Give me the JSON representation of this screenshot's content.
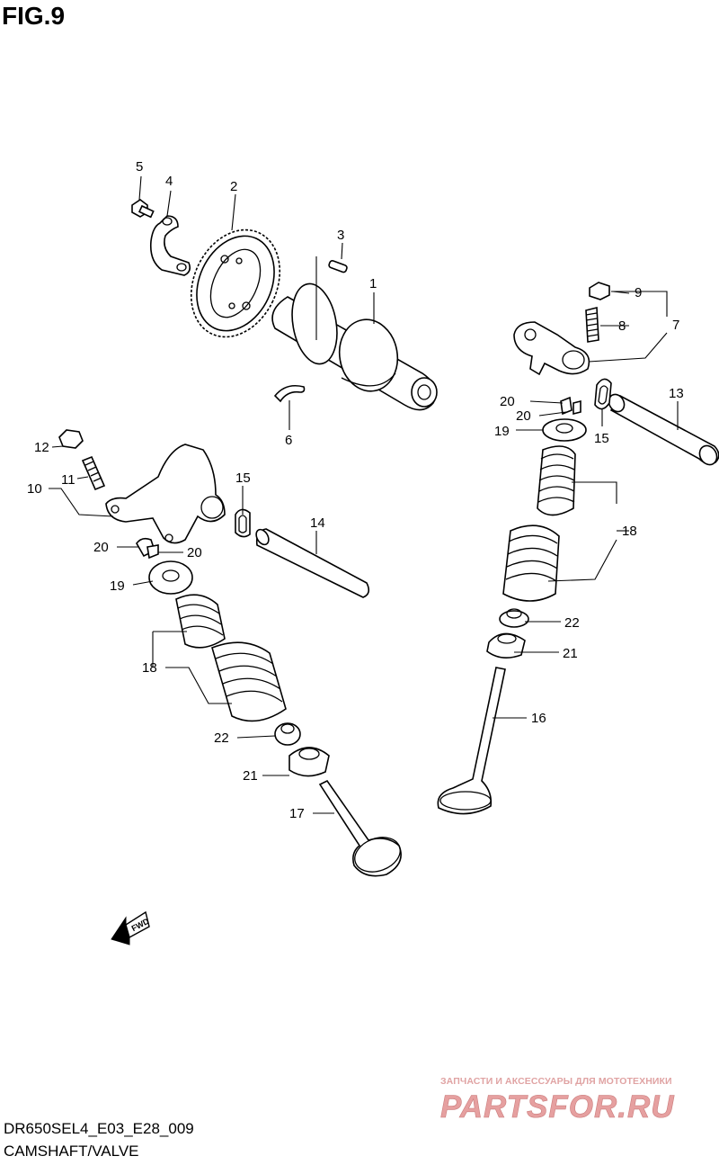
{
  "figure": {
    "title": "FIG.9",
    "model_code": "DR650SEL4_E03_E28_009",
    "section_name": "CAMSHAFT/VALVE"
  },
  "forward_arrow_label": "FWD",
  "callouts": [
    {
      "id": "c1",
      "label": "1"
    },
    {
      "id": "c2",
      "label": "2"
    },
    {
      "id": "c3",
      "label": "3"
    },
    {
      "id": "c4",
      "label": "4"
    },
    {
      "id": "c5",
      "label": "5"
    },
    {
      "id": "c6",
      "label": "6"
    },
    {
      "id": "c7",
      "label": "7"
    },
    {
      "id": "c8",
      "label": "8"
    },
    {
      "id": "c9",
      "label": "9"
    },
    {
      "id": "c10",
      "label": "10"
    },
    {
      "id": "c11",
      "label": "11"
    },
    {
      "id": "c12",
      "label": "12"
    },
    {
      "id": "c13",
      "label": "13"
    },
    {
      "id": "c14",
      "label": "14"
    },
    {
      "id": "c15a",
      "label": "15"
    },
    {
      "id": "c15b",
      "label": "15"
    },
    {
      "id": "c16",
      "label": "16"
    },
    {
      "id": "c17",
      "label": "17"
    },
    {
      "id": "c18a",
      "label": "18"
    },
    {
      "id": "c18b",
      "label": "18"
    },
    {
      "id": "c19a",
      "label": "19"
    },
    {
      "id": "c19b",
      "label": "19"
    },
    {
      "id": "c20a",
      "label": "20"
    },
    {
      "id": "c20b",
      "label": "20"
    },
    {
      "id": "c20c",
      "label": "20"
    },
    {
      "id": "c20d",
      "label": "20"
    },
    {
      "id": "c21a",
      "label": "21"
    },
    {
      "id": "c21b",
      "label": "21"
    },
    {
      "id": "c22a",
      "label": "22"
    },
    {
      "id": "c22b",
      "label": "22"
    }
  ],
  "watermark": {
    "tagline": "ЗАПЧАСТИ И АКСЕССУАРЫ ДЛЯ МОТОТЕХНИКИ",
    "logo_text": "PARTSFOR.RU",
    "color": "#e0a3a3"
  }
}
